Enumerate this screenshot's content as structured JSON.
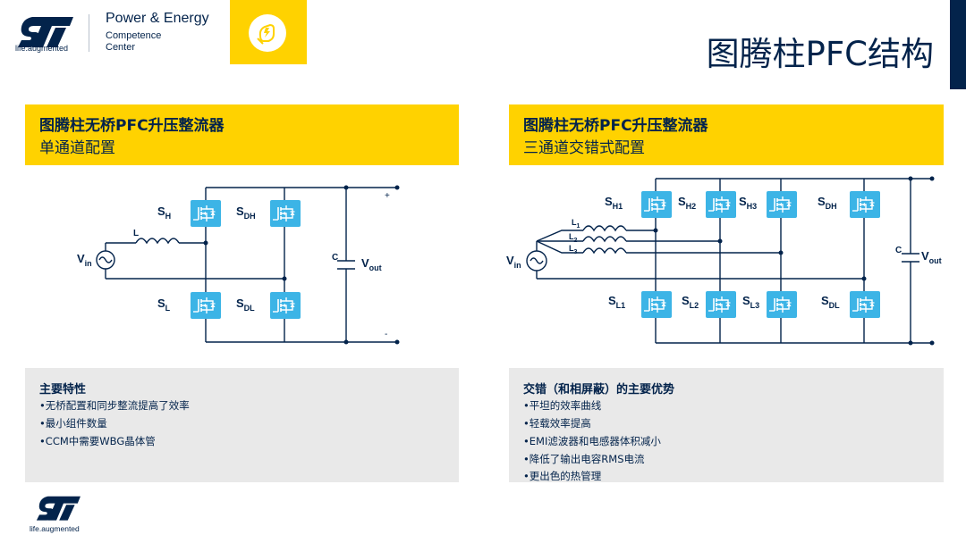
{
  "header": {
    "tagline": "life.augmented",
    "competence_title": "Power & Energy",
    "competence_sub1": "Competence",
    "competence_sub2": "Center"
  },
  "slide_title": "图腾柱PFC结构",
  "left_panel": {
    "heading_line1": "图腾柱无桥PFC升压整流器",
    "heading_line2": "单通道配置",
    "features_title": "主要特性",
    "features": [
      "•无桥配置和同步整流提高了效率",
      "•最小组件数量",
      "•CCM中需要WBG晶体管"
    ]
  },
  "right_panel": {
    "heading_line1": "图腾柱无桥PFC升压整流器",
    "heading_line2": "三通道交错式配置",
    "features_title": "交错（和相屏蔽）的主要优势",
    "features": [
      "•平坦的效率曲线",
      "•轻载效率提高",
      "•EMI滤波器和电感器体积减小",
      "•降低了输出电容RMS电流",
      "•更出色的热管理"
    ]
  },
  "left_circuit": {
    "sh": {
      "main": "S",
      "sub": "H"
    },
    "sdh": {
      "main": "S",
      "sub": "DH"
    },
    "sl": {
      "main": "S",
      "sub": "L"
    },
    "sdl": {
      "main": "S",
      "sub": "DL"
    },
    "inductor": "L",
    "cap": "C",
    "vin": {
      "main": "V",
      "sub": "in"
    },
    "vout": {
      "main": "V",
      "sub": "out"
    },
    "plus": "+",
    "minus": "-"
  },
  "right_circuit": {
    "sh1": {
      "main": "S",
      "sub": "H1"
    },
    "sh2": {
      "main": "S",
      "sub": "H2"
    },
    "sh3": {
      "main": "S",
      "sub": "H3"
    },
    "sdh": {
      "main": "S",
      "sub": "DH"
    },
    "sl1": {
      "main": "S",
      "sub": "L1"
    },
    "sl2": {
      "main": "S",
      "sub": "L2"
    },
    "sl3": {
      "main": "S",
      "sub": "L3"
    },
    "sdl": {
      "main": "S",
      "sub": "DL"
    },
    "l1": {
      "main": "L",
      "sub": "1"
    },
    "l2": {
      "main": "L",
      "sub": "2"
    },
    "l3": {
      "main": "L",
      "sub": "3"
    },
    "cap": "C",
    "vin": {
      "main": "V",
      "sub": "in"
    },
    "vout": {
      "main": "V",
      "sub": "out"
    }
  },
  "footer": {
    "tagline": "life.augmented"
  },
  "colors": {
    "navy": "#03234b",
    "yellow": "#ffd200",
    "grey": "#e9e9e9",
    "switch_blue": "#3cb4e6"
  }
}
